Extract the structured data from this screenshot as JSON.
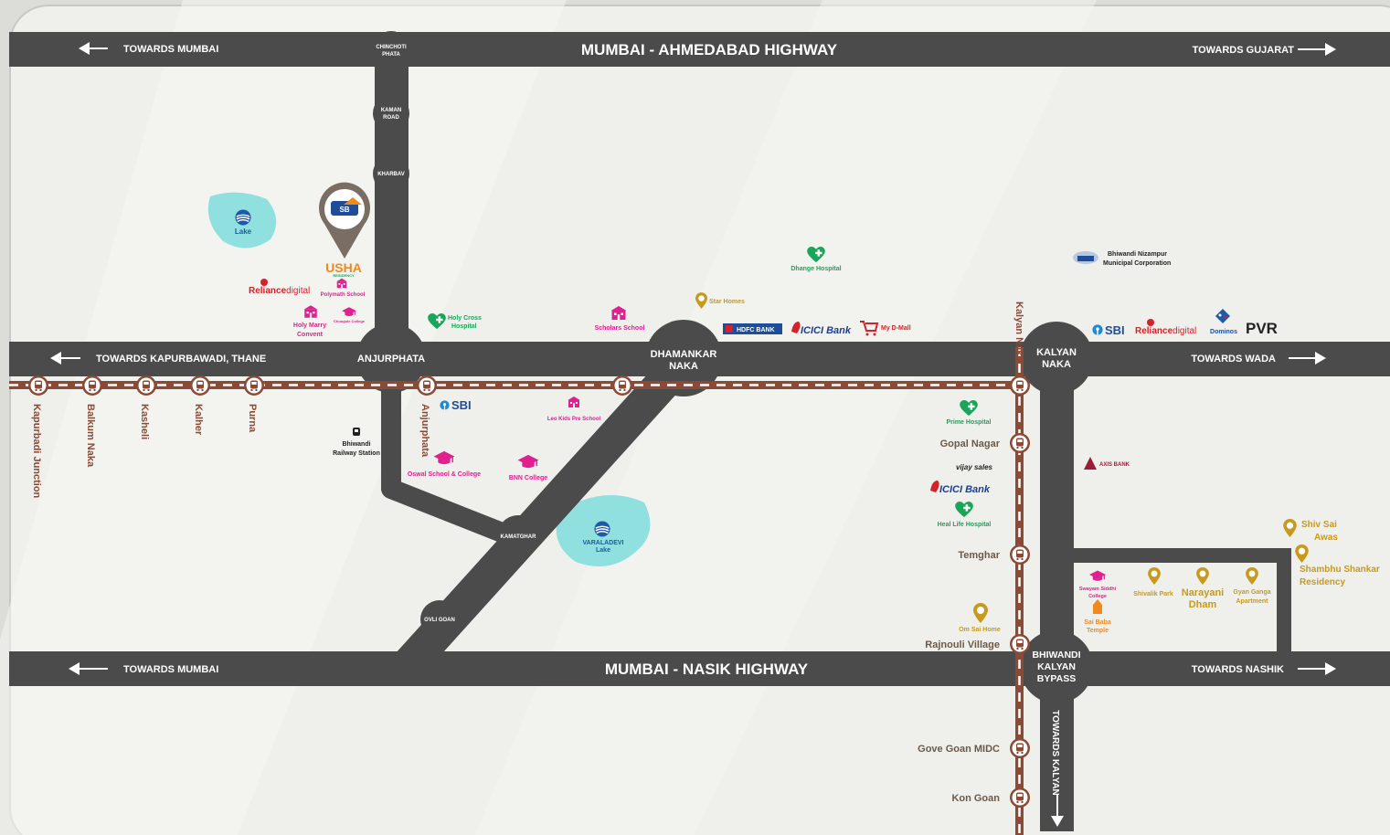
{
  "highways": {
    "top": {
      "name": "MUMBAI - AHMEDABAD HIGHWAY",
      "left": "TOWARDS MUMBAI",
      "right": "TOWARDS GUJARAT"
    },
    "middle": {
      "left": "TOWARDS KAPURBAWADI, THANE",
      "right": "TOWARDS WADA"
    },
    "bottom": {
      "name": "MUMBAI - NASIK HIGHWAY",
      "left": "TOWARDS MUMBAI",
      "right": "TOWARDS NASHIK"
    },
    "vertical_right": "TOWARDS KALYAN"
  },
  "junctions": {
    "chinchoti": "CHINCHOTI PHATA",
    "kaman": "KAMAN ROAD",
    "kharbav": "KHARBAV",
    "anjurphata": "ANJURPHATA",
    "dhamankar_1": "DHAMANKAR",
    "dhamankar_2": "NAKA",
    "kalyan_naka_1": "KALYAN",
    "kalyan_naka_2": "NAKA",
    "kamatghar": "KAMATGHAR",
    "ovli": "OVLI GOAN",
    "bypass_1": "BHIWANDI",
    "bypass_2": "KALYAN",
    "bypass_3": "BYPASS"
  },
  "rail_stations_left": [
    "Kapurbadi Junction",
    "Balkum Naka",
    "Kasheli",
    "Kalher",
    "Purna"
  ],
  "rail_stations": {
    "anjurphata": "Anjurphata",
    "kalyan_naka": "Kalyan Naka",
    "gopal": "Gopal Nagar",
    "temghar": "Temghar",
    "rajnouli": "Rajnouli Village",
    "gove": "Gove Goan MIDC",
    "kon": "Kon Goan"
  },
  "places": {
    "lake1": "Lake",
    "lake2_1": "VARALADEVI",
    "lake2_2": "Lake",
    "usha": "USHA",
    "usha_sub": "RESIDENCY",
    "reliance1_a": "Reliance",
    "reliance1_b": "digital",
    "polymath": "Polymath School",
    "holy_marry_1": "Holy Marry",
    "holy_marry_2": "Convent",
    "chougule": "Chougule College",
    "holy_cross_1": "Holy Cross",
    "holy_cross_2": "Hospital",
    "scholars": "Scholars School",
    "star_homes": "Star Homes",
    "dhange": "Dhange Hospital",
    "hdfc": "HDFC BANK",
    "icici1": "ICICI Bank",
    "dmall": "My D-Mall",
    "nizampur_1": "Bhiwandi Nizampur",
    "nizampur_2": "Municipal Corporation",
    "sbi1": "SBI",
    "reliance2_a": "Reliance",
    "reliance2_b": "digital",
    "dominos": "Dominos",
    "pvr": "PVR",
    "sbi2": "SBI",
    "leo": "Leo Kids Pre School",
    "station_1": "Bhiwandi",
    "station_2": "Railway Station",
    "oswal": "Oswal School & College",
    "bnn": "BNN College",
    "prime": "Prime Hospital",
    "vijay": "vijay sales",
    "icici2": "ICICI Bank",
    "heal": "Heal Life Hospital",
    "axis": "AXIS BANK",
    "om_sai": "Om Sai Home",
    "shiv_sai_1": "Shiv Sai",
    "shiv_sai_2": "Awas",
    "shambhu_1": "Shambhu Shankar",
    "shambhu_2": "Residency",
    "swayam_1": "Swayam Siddhi",
    "swayam_2": "College",
    "sai_baba_1": "Sai Baba",
    "sai_baba_2": "Temple",
    "shivalik": "Shivalik Park",
    "narayani_1": "Narayani",
    "narayani_2": "Dham",
    "gyan_1": "Gyan Ganga",
    "gyan_2": "Apartment"
  },
  "colors": {
    "road": "#4b4b4b",
    "rail": "#8a4a36",
    "lake": "#8fe0df",
    "school": "#e0208f",
    "hospital": "#1aa65a",
    "residence": "#c79a1e"
  }
}
